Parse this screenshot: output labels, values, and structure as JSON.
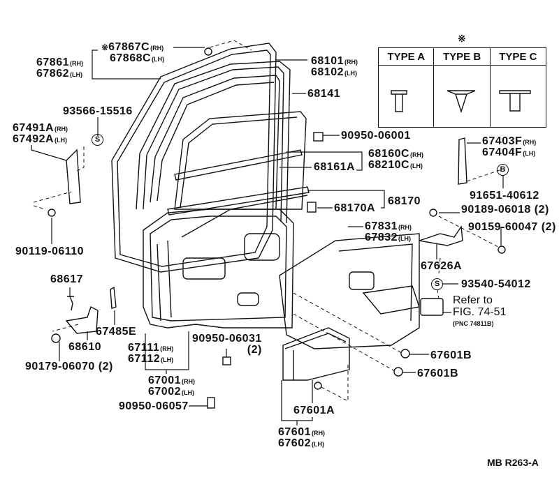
{
  "figure_code": "MB R263-A",
  "type_table": {
    "marker": "※",
    "columns": [
      "TYPE A",
      "TYPE B",
      "TYPE C"
    ],
    "icons": [
      "clip-type-a-icon",
      "clip-type-b-icon",
      "clip-type-c-icon"
    ]
  },
  "markers": {
    "s": "S",
    "b": "B"
  },
  "parts": {
    "p67867C": {
      "num": "67867C",
      "side": "(RH)",
      "marker": "※"
    },
    "p67868C": {
      "num": "67868C",
      "side": "(LH)"
    },
    "p67861": {
      "num": "67861",
      "side": "(RH)"
    },
    "p67862": {
      "num": "67862",
      "side": "(LH)"
    },
    "p68101": {
      "num": "68101",
      "side": "(RH)"
    },
    "p68102": {
      "num": "68102",
      "side": "(LH)"
    },
    "p68141": {
      "num": "68141"
    },
    "p93566": {
      "num": "93566-15516"
    },
    "p67491A": {
      "num": "67491A",
      "side": "(RH)"
    },
    "p67492A": {
      "num": "67492A",
      "side": "(LH)"
    },
    "p90950_06001": {
      "num": "90950-06001"
    },
    "p68160C": {
      "num": "68160C",
      "side": "(RH)"
    },
    "p68210C": {
      "num": "68210C",
      "side": "(LH)"
    },
    "p68161A": {
      "num": "68161A"
    },
    "p68170": {
      "num": "68170"
    },
    "p68170A": {
      "num": "68170A"
    },
    "p67403F": {
      "num": "67403F",
      "side": "(RH)"
    },
    "p67404F": {
      "num": "67404F",
      "side": "(LH)"
    },
    "p91651": {
      "num": "91651-40612"
    },
    "p90189": {
      "num": "90189-06018 (2)"
    },
    "p90159": {
      "num": "90159-60047 (2)"
    },
    "p67831": {
      "num": "67831",
      "side": "(RH)"
    },
    "p67832": {
      "num": "67832",
      "side": "(LH)"
    },
    "p90119": {
      "num": "90119-06110"
    },
    "p67626A": {
      "num": "67626A"
    },
    "p68617": {
      "num": "68617"
    },
    "p93540": {
      "num": "93540-54012"
    },
    "p67485E": {
      "num": "67485E"
    },
    "p68610": {
      "num": "68610"
    },
    "p90950_06031": {
      "num": "90950-06031",
      "qty": "(2)"
    },
    "p67111": {
      "num": "67111",
      "side": "(RH)"
    },
    "p67112": {
      "num": "67112",
      "side": "(LH)"
    },
    "p90179": {
      "num": "90179-06070 (2)"
    },
    "p67601B_1": {
      "num": "67601B"
    },
    "p67601B_2": {
      "num": "67601B"
    },
    "p67001": {
      "num": "67001",
      "side": "(RH)"
    },
    "p67002": {
      "num": "67002",
      "side": "(LH)"
    },
    "p90950_06057": {
      "num": "90950-06057"
    },
    "p67601A": {
      "num": "67601A"
    },
    "p67601": {
      "num": "67601",
      "side": "(RH)"
    },
    "p67602": {
      "num": "67602",
      "side": "(LH)"
    }
  },
  "reference": {
    "line1": "Refer to",
    "line2": "FIG. 74-51",
    "line3": "(PNC 74811B)"
  }
}
